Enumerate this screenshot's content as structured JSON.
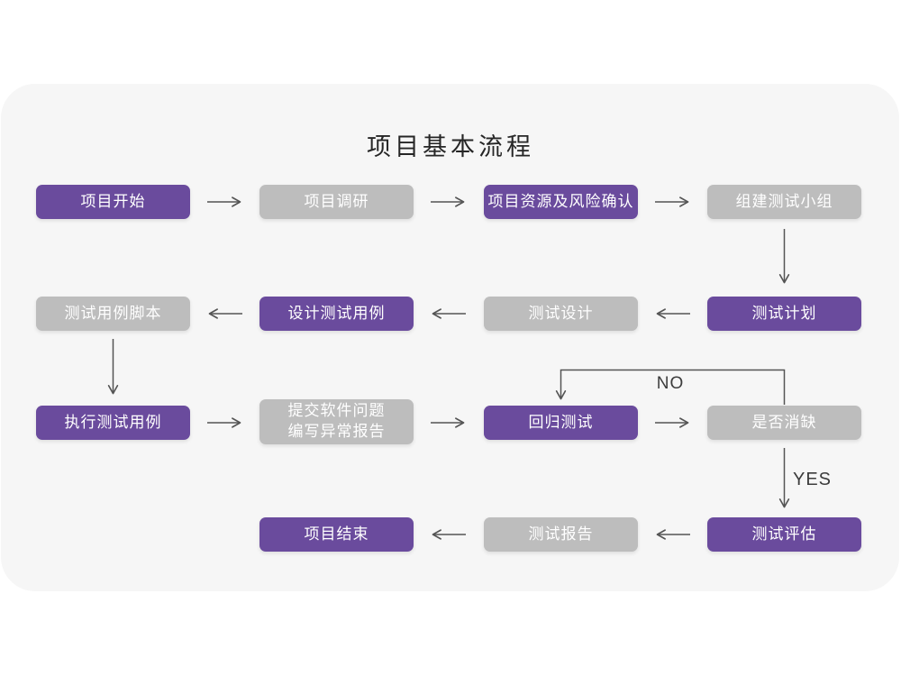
{
  "title": "项目基本流程",
  "colors": {
    "page_bg": "#FFFFFF",
    "card_bg": "#F6F6F6",
    "node_purple": "#6A4B9D",
    "node_gray": "#BDBDBD",
    "node_text": "#FFFFFF",
    "arrow": "#545454",
    "title_text": "#262626",
    "branch_label_text": "#3C3C3C"
  },
  "nodes": [
    {
      "id": "project-start",
      "label": "项目开始",
      "variant": "purple"
    },
    {
      "id": "project-research",
      "label": "项目调研",
      "variant": "gray"
    },
    {
      "id": "resource-risk-confirm",
      "label": "项目资源及风险确认",
      "variant": "purple"
    },
    {
      "id": "build-test-team",
      "label": "组建测试小组",
      "variant": "gray"
    },
    {
      "id": "test-plan",
      "label": "测试计划",
      "variant": "purple"
    },
    {
      "id": "test-design",
      "label": "测试设计",
      "variant": "gray"
    },
    {
      "id": "design-test-cases",
      "label": "设计测试用例",
      "variant": "purple"
    },
    {
      "id": "test-case-script",
      "label": "测试用例脚本",
      "variant": "gray"
    },
    {
      "id": "execute-test-cases",
      "label": "执行测试用例",
      "variant": "purple"
    },
    {
      "id": "submit-issues",
      "label_line1": "提交软件问题",
      "label_line2": "编写异常报告",
      "variant": "gray"
    },
    {
      "id": "regression-test",
      "label": "回归测试",
      "variant": "purple"
    },
    {
      "id": "defect-cleared",
      "label": "是否消缺",
      "variant": "gray"
    },
    {
      "id": "test-evaluation",
      "label": "测试评估",
      "variant": "purple"
    },
    {
      "id": "test-report",
      "label": "测试报告",
      "variant": "gray"
    },
    {
      "id": "project-end",
      "label": "项目结束",
      "variant": "purple"
    }
  ],
  "branch_labels": {
    "no": "NO",
    "yes": "YES"
  }
}
